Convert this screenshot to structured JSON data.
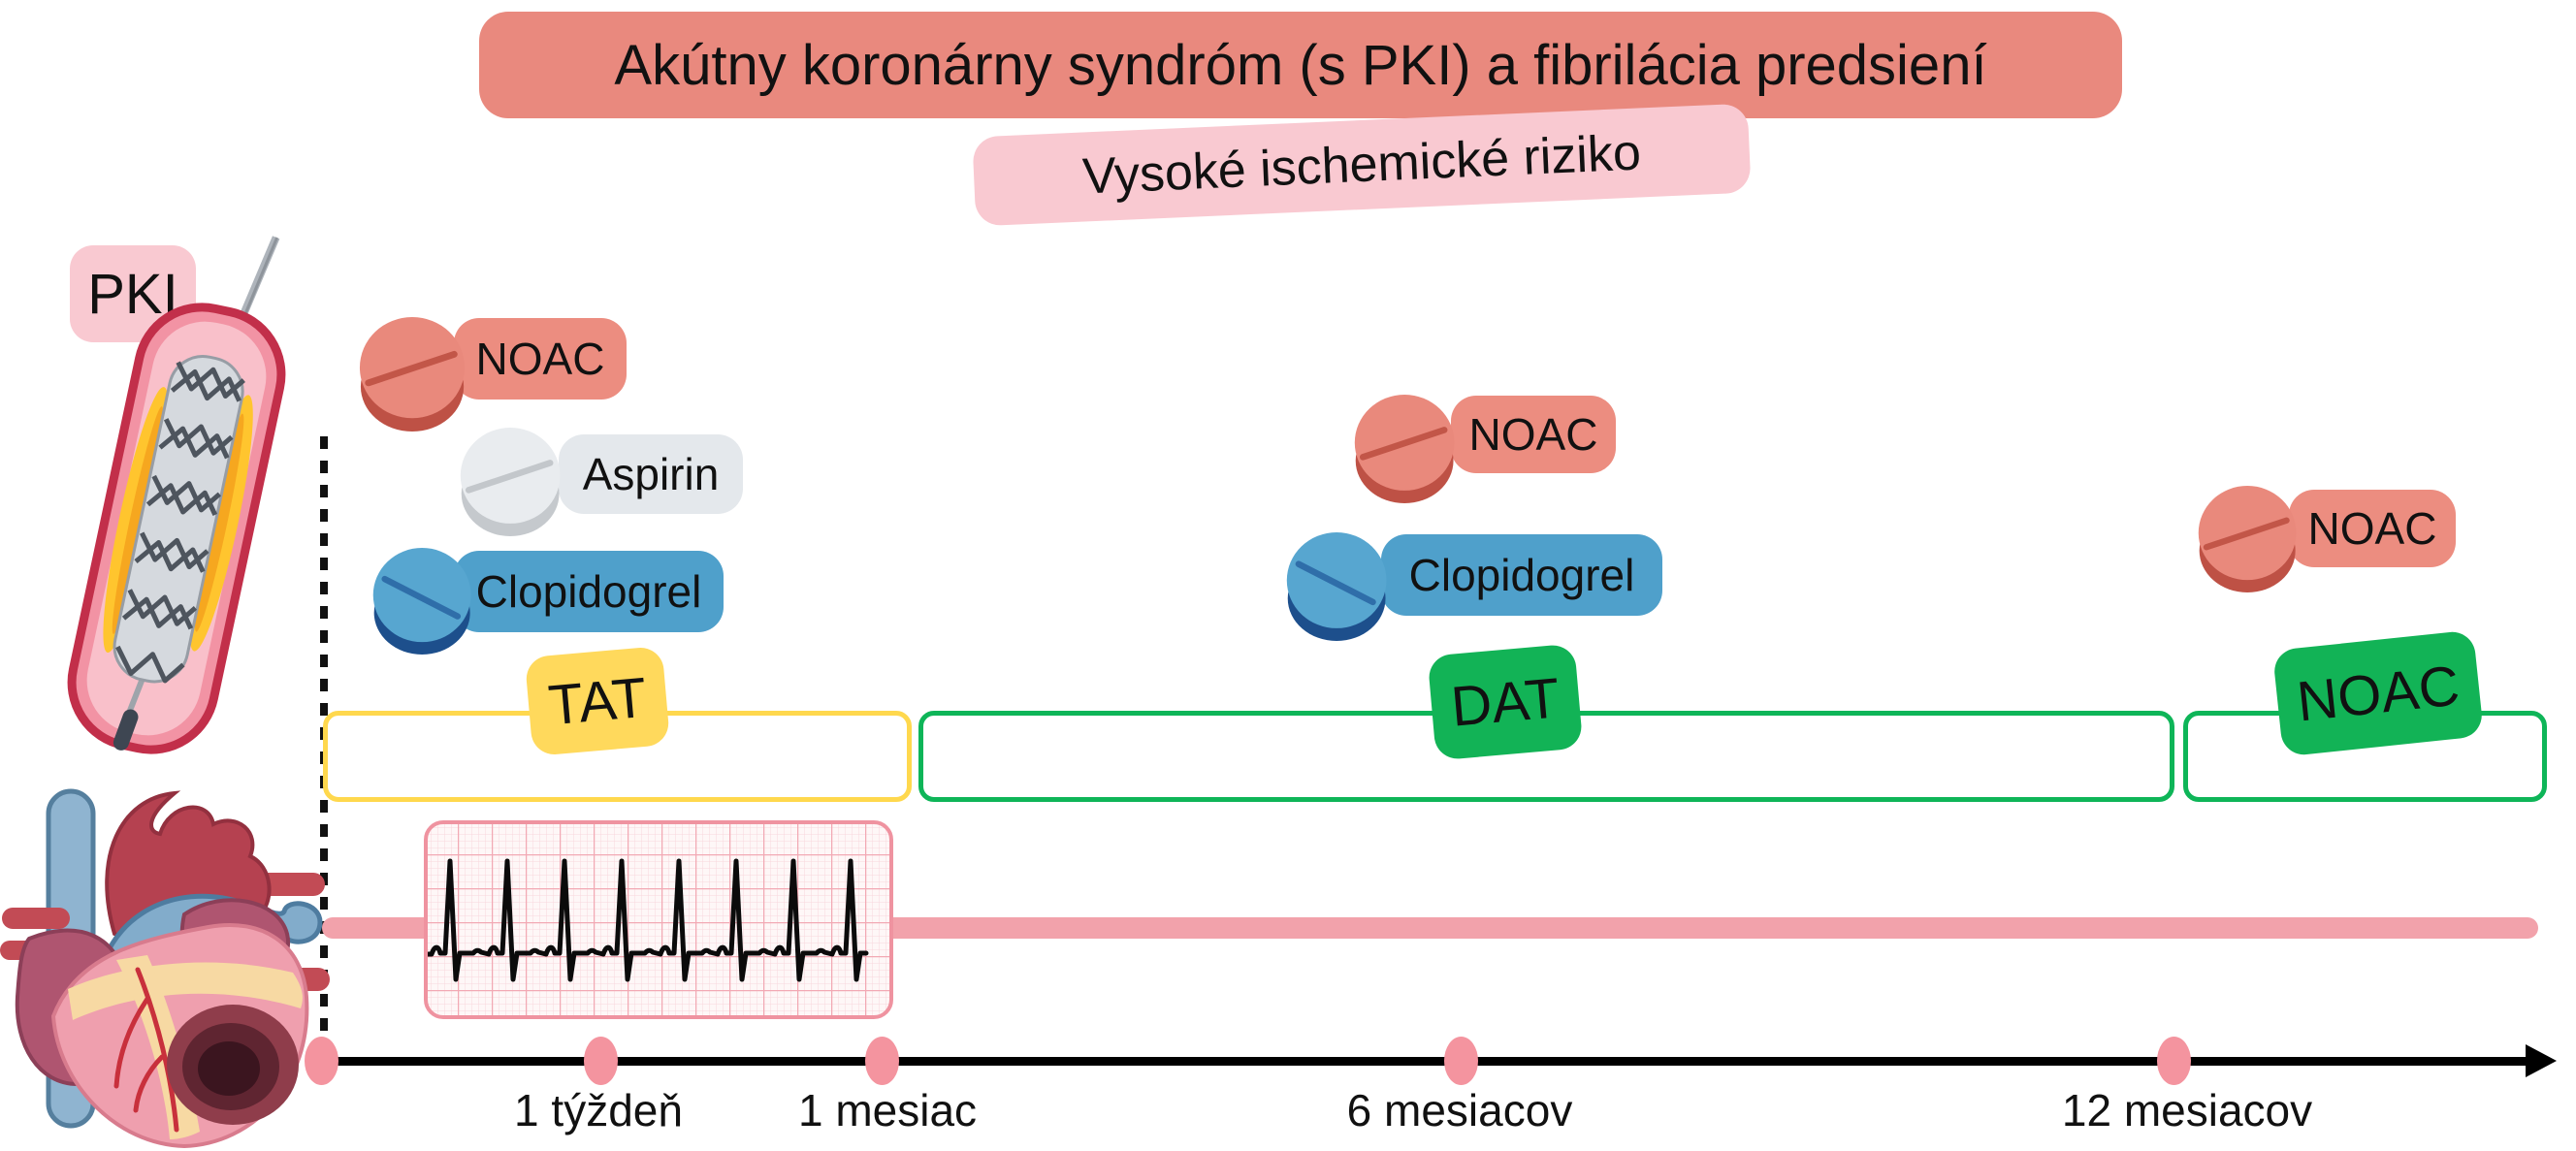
{
  "header": {
    "title": "Akútny koronárny syndróm (s PKI) a fibrilácia predsiení",
    "subtitle": "Vysoké ischemické riziko"
  },
  "procedure_label": "PKI",
  "pills": {
    "noac1": "NOAC",
    "aspirin": "Aspirin",
    "clopidogrel1": "Clopidogrel",
    "noac2": "NOAC",
    "clopidogrel2": "Clopidogrel",
    "noac3": "NOAC"
  },
  "therapy_phases": {
    "tat": "TAT",
    "dat": "DAT",
    "noac": "NOAC"
  },
  "timeline": {
    "ticks": [
      "1 týždeň",
      "1 mesiac",
      "6 mesiacov",
      "12 mesiacov"
    ]
  },
  "colors": {
    "title_banner": "#E9897E",
    "subtitle_banner": "#F9C9D1",
    "noac_red": "#EC8D80",
    "aspirin_gray": "#E4E8EC",
    "clopidogrel_blue": "#4FA0CB",
    "tat_yellow": "#FFD95C",
    "tat_box_border": "#FFD84D",
    "dat_green": "#12B356",
    "green_box_border": "#0EB558",
    "ecg_baseline_pink": "#F2A2AB",
    "timeline_marker_pink": "#F4949F"
  },
  "icons": {
    "stent": "pci-stent-in-artery-illustration",
    "heart": "heart-with-infarct-illustration",
    "pill": "round-tablet-icon",
    "ecg": "ecg-rhythm-strip"
  }
}
